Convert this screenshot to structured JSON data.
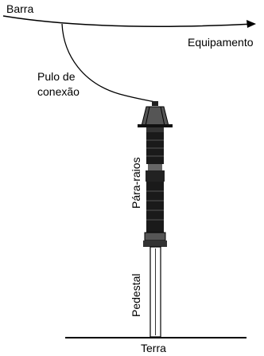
{
  "labels": {
    "bus": "Barra",
    "equipment": "Equipamento",
    "jumper_line1": "Pulo de",
    "jumper_line2": "conexão",
    "arrester": "Pára-raios",
    "pedestal": "Pedestal",
    "ground": "Terra"
  },
  "colors": {
    "line": "#000000",
    "arrester_body": "#1a1a1a",
    "background": "#ffffff"
  }
}
